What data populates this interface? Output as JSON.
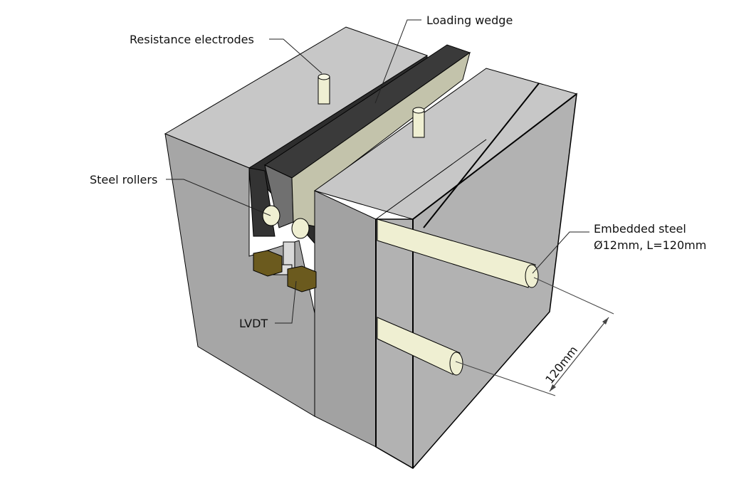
{
  "labels": {
    "resistance_electrodes": "Resistance electrodes",
    "loading_wedge": "Loading wedge",
    "steel_rollers": "Steel rollers",
    "embedded_steel_line1": "Embedded steel",
    "embedded_steel_line2": "Ø12mm, L=120mm",
    "lvdt": "LVDT",
    "dimension": "120mm"
  },
  "colors": {
    "concrete_light": "#c9c9c9",
    "concrete_mid": "#b1b1b1",
    "concrete_dark": "#a2a2a2",
    "wedge_dark": "#2f2f2f",
    "wedge_face": "#5e5e5e",
    "wedge_light": "#c1c1a9",
    "steel": "#efefd2",
    "lvdt_body": "#6b5a1e",
    "outline": "#000000"
  }
}
